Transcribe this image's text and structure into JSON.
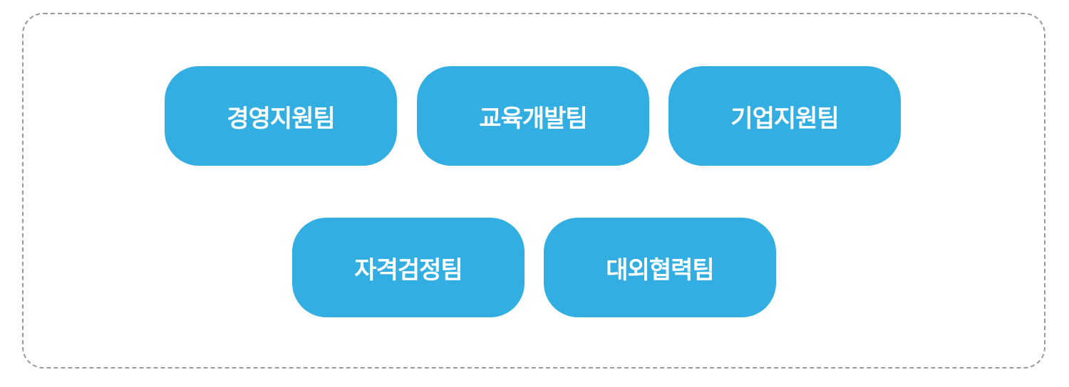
{
  "theme": {
    "button_color": "#33aee2",
    "button_text_color": "#ffffff",
    "frame_border_color": "#9a9a9a"
  },
  "teams": [
    {
      "label": "경영지원팀"
    },
    {
      "label": "교육개발팀"
    },
    {
      "label": "기업지원팀"
    },
    {
      "label": "자격검정팀"
    },
    {
      "label": "대외협력팀"
    }
  ]
}
